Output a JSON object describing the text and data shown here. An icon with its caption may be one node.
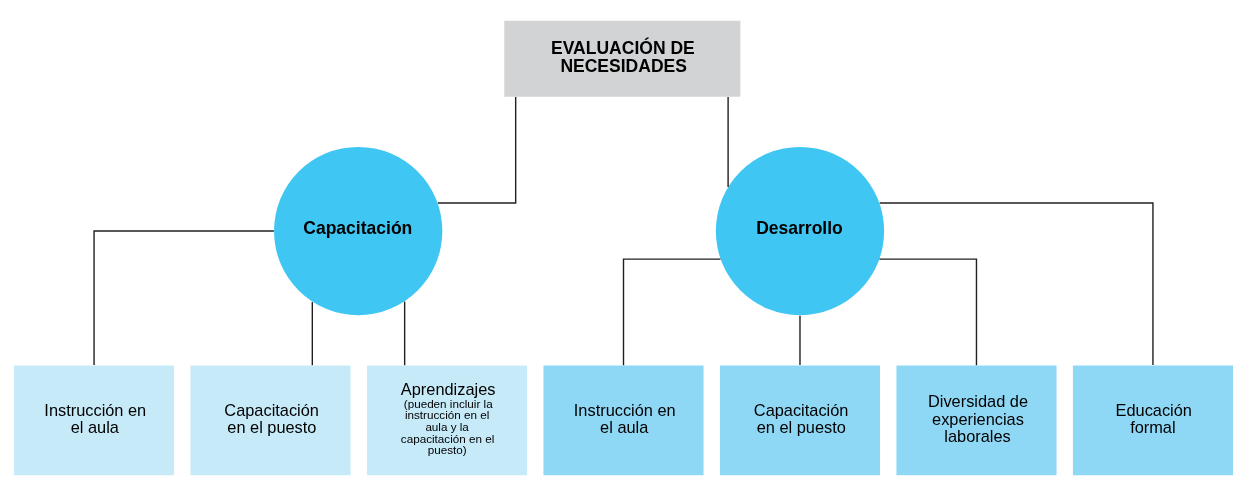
{
  "diagram": {
    "nodes": [
      {
        "text": [
          "EVALUACIÓN DE NECESIDADES"
        ]
      },
      {
        "text": [
          "Capacitación"
        ]
      },
      {
        "text": [
          "Desarrollo"
        ]
      },
      {
        "text": [
          "Instrucción en el aula"
        ]
      },
      {
        "text": [
          "Capacitación en el puesto"
        ]
      },
      {
        "text": [
          "Aprendizajes",
          "(pueden incluir la instrucción en el aula y la capacitación en el puesto)"
        ]
      },
      {
        "text": [
          "Instrucción en el aula"
        ]
      },
      {
        "text": [
          "Capacitación en el puesto"
        ]
      },
      {
        "text": [
          "Diversidad de experiencias laborales"
        ]
      },
      {
        "text": [
          "Educación formal"
        ]
      }
    ],
    "edges": [
      {
        "from": 0,
        "to": 1,
        "arrow": "none"
      },
      {
        "from": 0,
        "to": 2,
        "arrow": "none"
      },
      {
        "from": 1,
        "to": 3,
        "arrow": "none"
      },
      {
        "from": 1,
        "to": 4,
        "arrow": "none"
      },
      {
        "from": 1,
        "to": 5,
        "arrow": "none"
      },
      {
        "from": 2,
        "to": 6,
        "arrow": "none"
      },
      {
        "from": 2,
        "to": 7,
        "arrow": "none"
      },
      {
        "from": 2,
        "to": 8,
        "arrow": "none"
      },
      {
        "from": 2,
        "to": 9,
        "arrow": "none"
      }
    ]
  }
}
